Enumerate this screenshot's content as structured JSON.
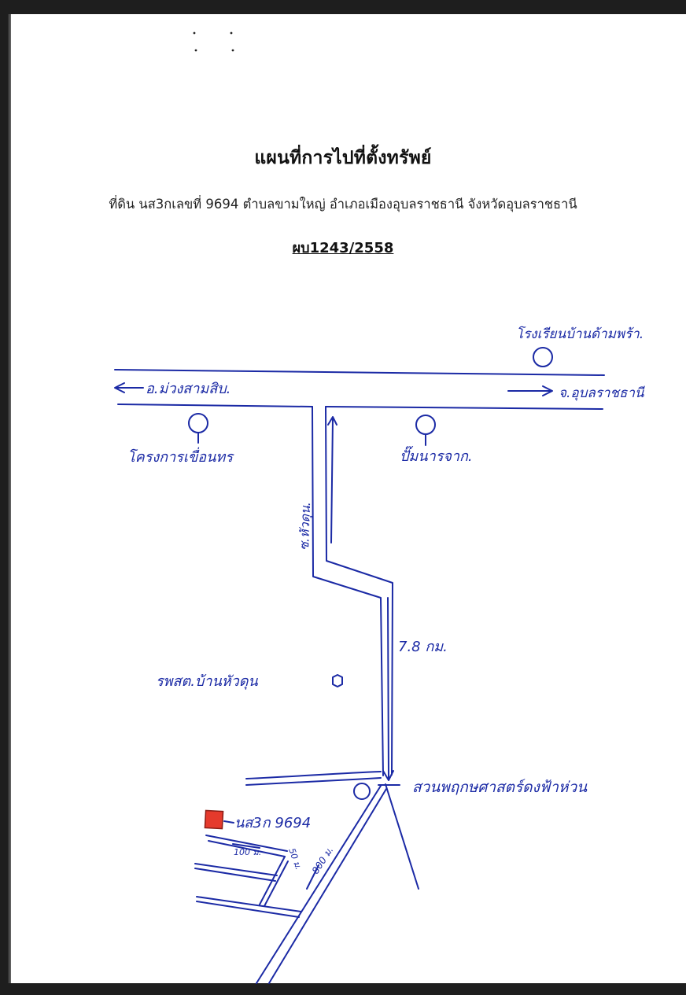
{
  "document": {
    "title": "แผนที่การไปที่ตั้งทรัพย์",
    "subtitle": "ที่ดิน นส3กเลขที่ 9694  ตำบลขามใหญ่  อำเภอเมืองอุบลราชธานี จังหวัดอุบลราชธานี",
    "case_number": "ผบ1243/2558"
  },
  "map": {
    "labels": {
      "school": "โรงเรียนบ้านด้ามพร้า.",
      "left_direction": "อ.ม่วงสามสิบ.",
      "right_direction": "จ.อุบลราชธานี",
      "left_landmark": "โครงการเขื่อนทร",
      "right_landmark": "ปั๊มนารจาก.",
      "side_road": "ซ.หัวดุน.",
      "distance": "7.8 กม.",
      "health_center": "รพสต.บ้านหัวดุน",
      "park": "สวนพฤกษศาสตร์ดงฟ้าห่วน",
      "parcel": "นส3ก 9694",
      "dim_width": "100 ม.",
      "dim_depth": "50 ม.",
      "dim_road": "800 ม."
    },
    "colors": {
      "ink": "#1b2aa5",
      "parcel_fill": "#e53a2c",
      "parcel_border": "#8a1c14"
    }
  }
}
